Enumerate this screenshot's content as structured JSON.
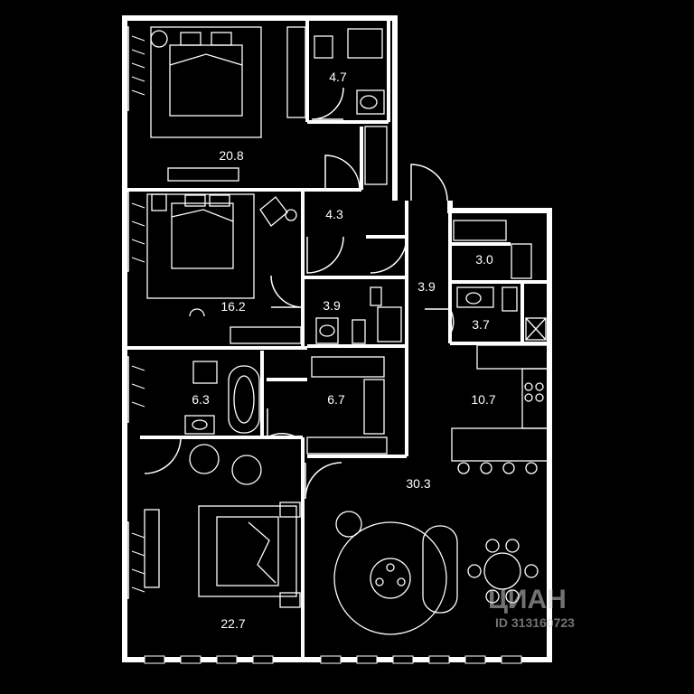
{
  "rooms": [
    {
      "id": "bedroom-top",
      "area": "20.8"
    },
    {
      "id": "bath-top",
      "area": "4.7"
    },
    {
      "id": "hall-small",
      "area": "4.3"
    },
    {
      "id": "bedroom-middle",
      "area": "16.2"
    },
    {
      "id": "wc-middle",
      "area": "3.9"
    },
    {
      "id": "corridor",
      "area": "3.9"
    },
    {
      "id": "storage",
      "area": "3.0"
    },
    {
      "id": "laundry",
      "area": "3.7"
    },
    {
      "id": "bath-lower",
      "area": "6.3"
    },
    {
      "id": "wardrobe",
      "area": "6.7"
    },
    {
      "id": "kitchen",
      "area": "10.7"
    },
    {
      "id": "living",
      "area": "30.3"
    },
    {
      "id": "bedroom-bottom",
      "area": "22.7"
    }
  ],
  "watermark": {
    "brand": "ЦИАН",
    "listing_id": "ID 313160723"
  }
}
